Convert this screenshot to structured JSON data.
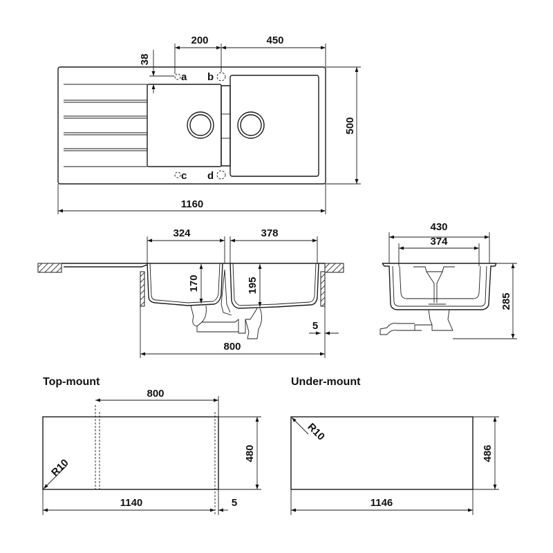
{
  "top_view": {
    "dim_200": "200",
    "dim_450": "450",
    "dim_38": "38",
    "dim_500": "500",
    "dim_1160": "1160",
    "hole_a": "a",
    "hole_b": "b",
    "hole_c": "c",
    "hole_d": "d"
  },
  "front_section": {
    "dim_324": "324",
    "dim_378": "378",
    "dim_170": "170",
    "dim_195": "195",
    "dim_5": "5",
    "dim_800": "800"
  },
  "side_section": {
    "dim_430": "430",
    "dim_374": "374",
    "dim_285": "285"
  },
  "top_mount": {
    "title": "Top-mount",
    "dim_800": "800",
    "dim_480": "480",
    "dim_1140": "1140",
    "dim_5": "5",
    "radius": "R10"
  },
  "under_mount": {
    "title": "Under-mount",
    "dim_486": "486",
    "dim_1146": "1146",
    "radius": "R10"
  }
}
